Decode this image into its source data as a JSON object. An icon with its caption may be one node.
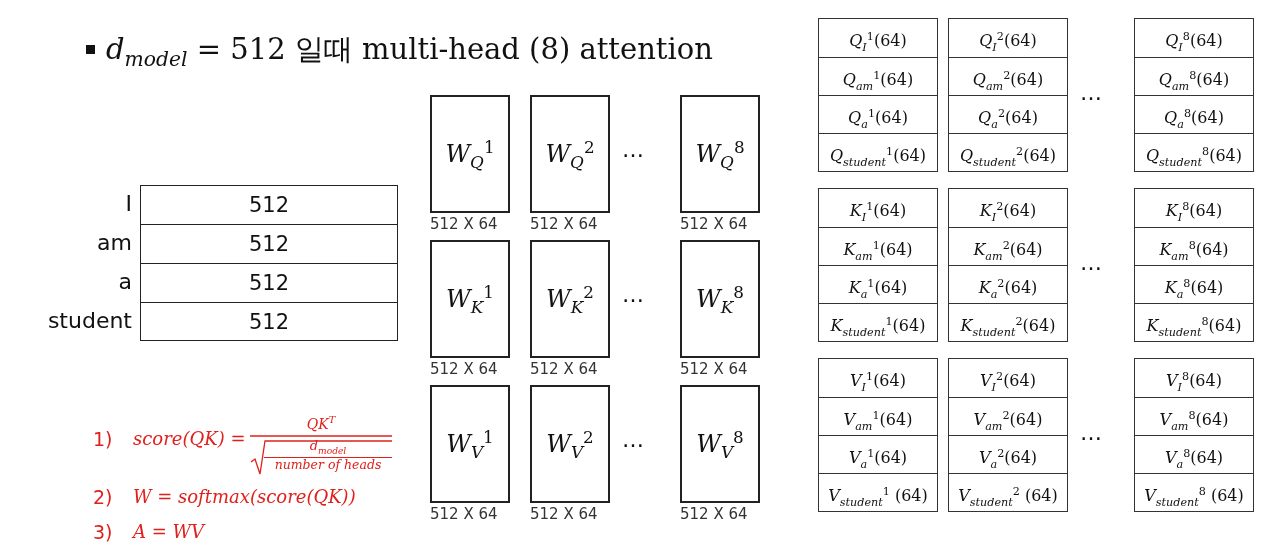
{
  "diagram": {
    "title": "*d*$_{model}$ = 512 일때 multi-head (8) attention",
    "nodes": [
      {
        "text": [
          "*W*$_{Q}$$^{1}$"
        ],
        "beside": [
          "512 X 64"
        ]
      },
      {
        "text": [
          "*W*$_{Q}$$^{2}$"
        ],
        "beside": [
          "512 X 64"
        ]
      },
      {
        "text": [
          "*W*$_{Q}$$^{8}$"
        ],
        "beside": [
          "512 X 64"
        ]
      },
      {
        "text": [
          "*W*$_{K}$$^{1}$"
        ],
        "beside": [
          "512 X 64"
        ]
      },
      {
        "text": [
          "*W*$_{K}$$^{2}$"
        ],
        "beside": [
          "512 X 64"
        ]
      },
      {
        "text": [
          "*W*$_{K}$$^{8}$"
        ],
        "beside": [
          "512 X 64"
        ]
      },
      {
        "text": [
          "*W*$_{V}$$^{1}$"
        ],
        "beside": [
          "512 X 64"
        ]
      },
      {
        "text": [
          "*W*$_{V}$$^{2}$"
        ],
        "beside": [
          "512 X 64"
        ]
      },
      {
        "text": [
          "*W*$_{V}$$^{8}$"
        ],
        "beside": [
          "512 X 64"
        ]
      },
      {
        "text": [
          "*Q*$_{I}$$^{1}$(64)",
          "*Q*$_{am}$$^{1}$(64)",
          "*Q*$_{a}$$^{1}$(64)",
          "*Q*$_{student}$$^{1}$(64)"
        ]
      },
      {
        "text": [
          "*Q*$_{I}$$^{2}$(64)",
          "*Q*$_{am}$$^{2}$(64)",
          "*Q*$_{a}$$^{2}$(64)",
          "*Q*$_{student}$$^{2}$(64)"
        ]
      },
      {
        "text": [
          "*Q*$_{I}$$^{8}$(64)",
          "*Q*$_{am}$$^{8}$(64)",
          "*Q*$_{a}$$^{8}$(64)",
          "*Q*$_{student}$$^{8}$(64)"
        ]
      },
      {
        "text": [
          "*K*$_{I}$$^{1}$(64)",
          "*K*$_{am}$$^{1}$(64)",
          "*K*$_{a}$$^{1}$(64)",
          "*K*$_{student}$$^{1}$(64)"
        ]
      },
      {
        "text": [
          "*K*$_{I}$$^{2}$(64)",
          "*K*$_{am}$$^{2}$(64)",
          "*K*$_{a}$$^{2}$(64)",
          "*K*$_{student}$$^{2}$(64)"
        ]
      },
      {
        "text": [
          "*K*$_{I}$$^{8}$(64)",
          "*K*$_{am}$$^{8}$(64)",
          "*K*$_{a}$$^{8}$(64)",
          "*K*$_{student}$$^{8}$(64)"
        ]
      },
      {
        "text": [
          "*V*$_{I}$$^{1}$(64)",
          "*V*$_{am}$$^{1}$(64)",
          "*V*$_{a}$$^{1}$(64)",
          "*V*$_{student}$$^{1}$ (64)"
        ]
      },
      {
        "text": [
          "*V*$_{I}$$^{2}$(64)",
          "*V*$_{am}$$^{2}$(64)",
          "*V*$_{a}$$^{2}$(64)",
          "*V*$_{student}$$^{2}$ (64)"
        ]
      },
      {
        "text": [
          "*V*$_{I}$$^{8}$(64)",
          "*V*$_{am}$$^{8}$(64)",
          "*V*$_{a}$$^{8}$(64)",
          "*V*$_{student}$$^{8}$ (64)"
        ]
      }
    ],
    "labels": [
      "I",
      "512",
      "am",
      "512",
      "a",
      "512",
      "student",
      "512",
      "…",
      "…",
      "…",
      "…",
      "…",
      "…",
      "1)",
      "score(QK) =",
      "QK$^{T}$",
      "d$_{model}$",
      "number of heads",
      "2)",
      "W = softmax(score(QK))",
      "3)",
      "A = WV"
    ]
  }
}
